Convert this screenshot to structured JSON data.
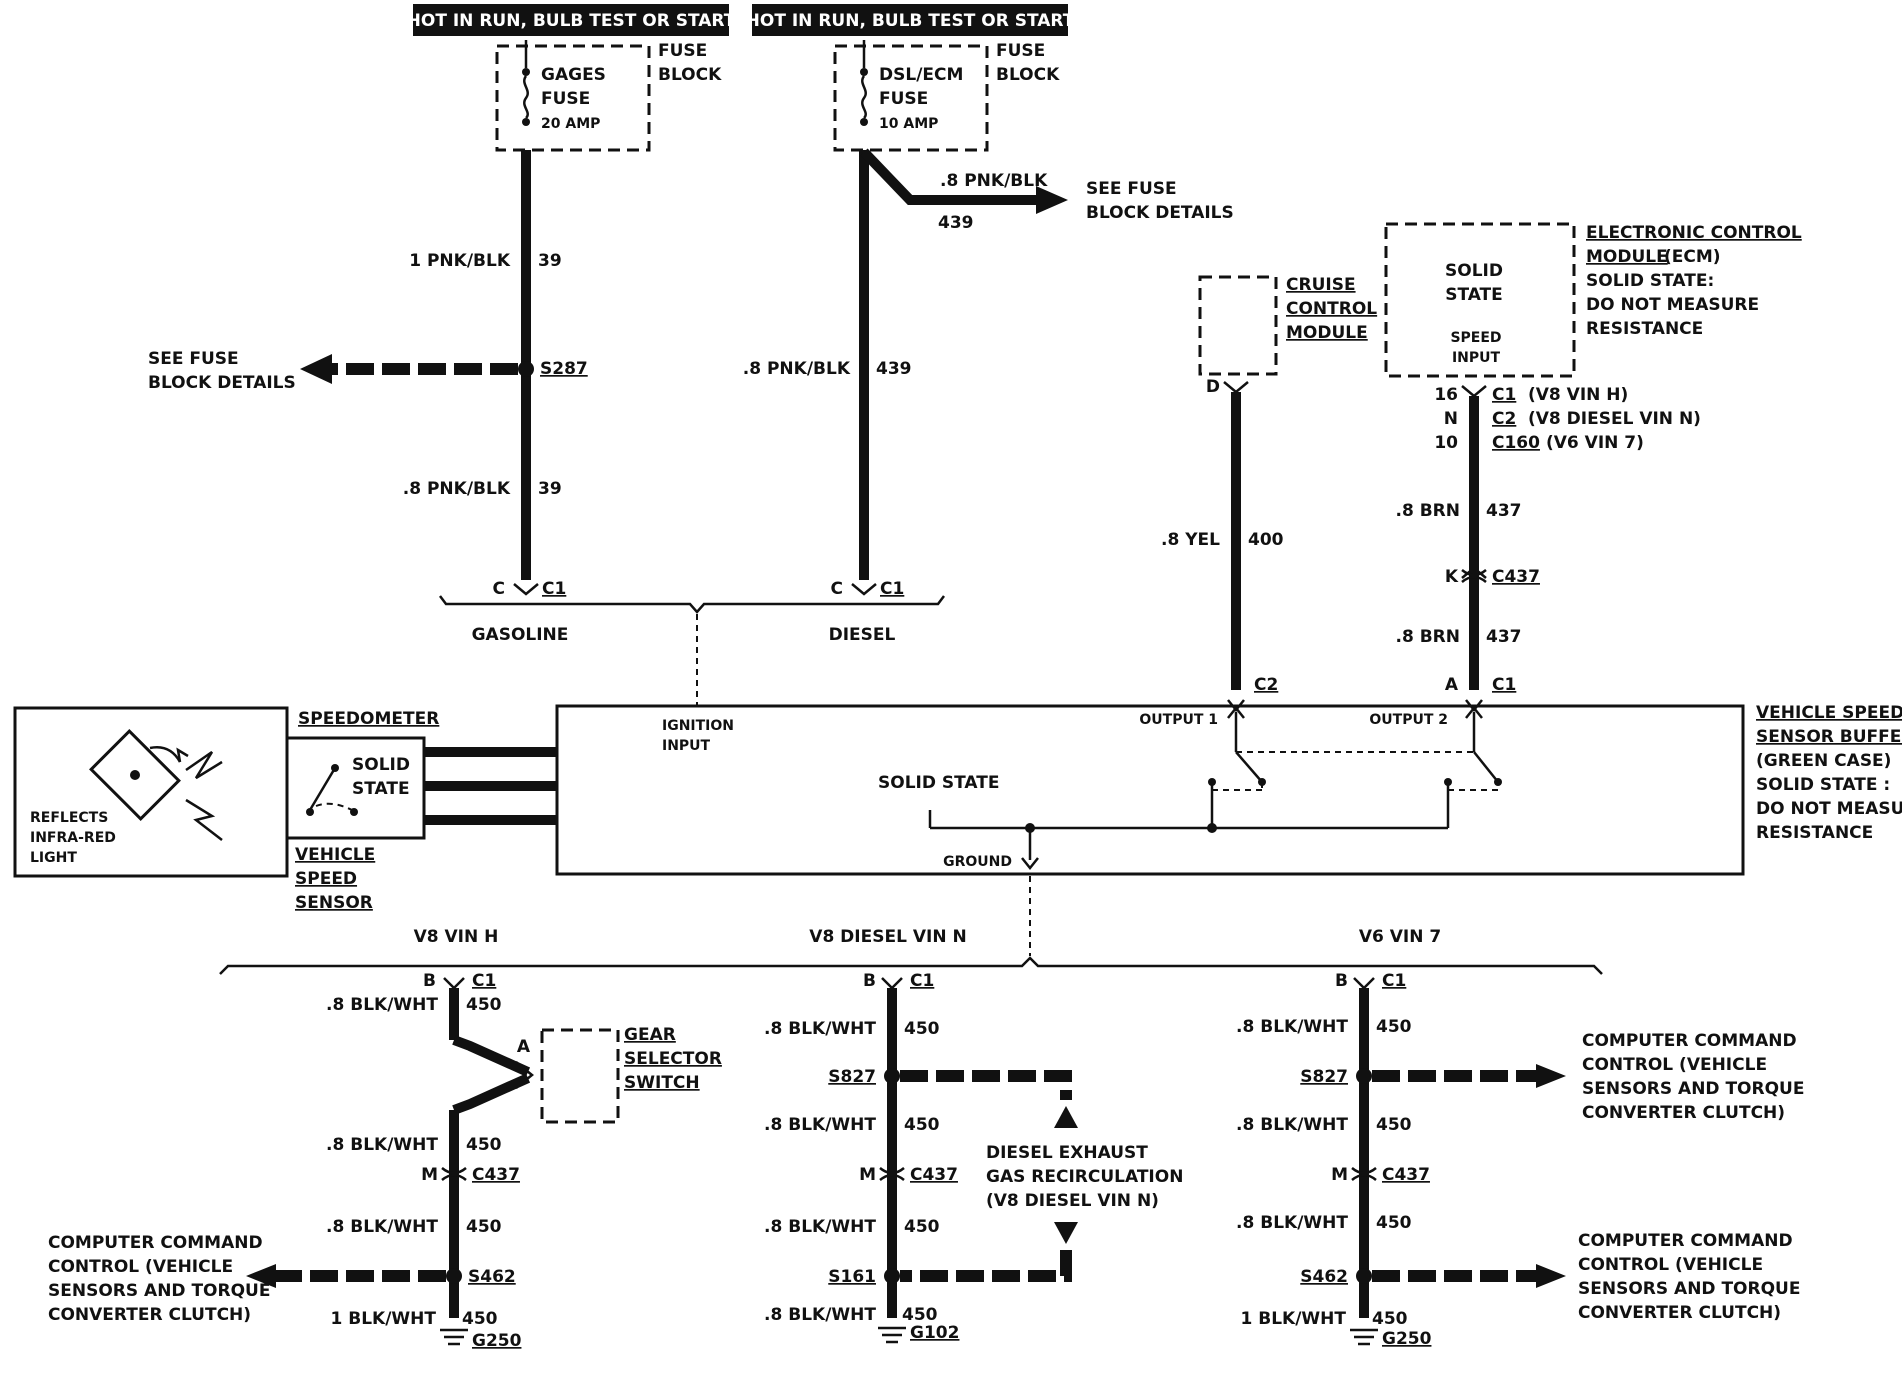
{
  "header": {
    "gasoline_hot": "HOT IN RUN, BULB TEST OR START",
    "diesel_hot": "HOT IN RUN, BULB TEST OR START"
  },
  "fuses": {
    "gages": {
      "line1": "GAGES",
      "line2": "FUSE",
      "rating": "20 AMP"
    },
    "dsl": {
      "line1": "DSL/ECM",
      "line2": "FUSE",
      "rating": "10 AMP"
    },
    "fuse_block_1": "FUSE",
    "fuse_block_2": "BLOCK"
  },
  "wires_top": {
    "w1_label": "1 PNK/BLK",
    "w1_num": "39",
    "w2_label": ".8 PNK/BLK",
    "w2_num": "39",
    "w3_label": ".8 PNK/BLK",
    "w3_num": "439",
    "w4_label": ".8 PNK/BLK",
    "w4_num": "439",
    "see_fuse_1": "SEE FUSE",
    "see_fuse_2": "BLOCK DETAILS",
    "splice_s287": "S287",
    "pin_c": "C",
    "conn_c1": "C1",
    "gasoline": "GASOLINE",
    "diesel": "DIESEL"
  },
  "cruise": {
    "line1": "CRUISE",
    "line2": "CONTROL",
    "line3": "MODULE",
    "pin": "D",
    "wire_label": ".8 YEL",
    "wire_num": "400",
    "conn": "C2"
  },
  "ecm": {
    "inner1": "SOLID",
    "inner2": "STATE",
    "inner3": "SPEED",
    "inner4": "INPUT",
    "title1": "ELECTRONIC CONTROL",
    "title2": "MODULE",
    "title2b": "(ECM)",
    "title3": "SOLID STATE:",
    "title4": "DO NOT MEASURE",
    "title5": "RESISTANCE",
    "pins": [
      {
        "pin": "16",
        "conn": "C1",
        "note": "(V8 VIN H)"
      },
      {
        "pin": "N",
        "conn": "C2",
        "note": "(V8 DIESEL VIN N)"
      },
      {
        "pin": "10",
        "conn": "C160",
        "note": "(V6 VIN 7)"
      }
    ],
    "wire_label": ".8 BRN",
    "wire_num": "437",
    "pin_k": "K",
    "conn_c437": "C437",
    "pin_a": "A",
    "conn_c1": "C1"
  },
  "buffer": {
    "ignition1": "IGNITION",
    "ignition2": "INPUT",
    "solid_state": "SOLID STATE",
    "ground": "GROUND",
    "output1": "OUTPUT 1",
    "output2": "OUTPUT 2",
    "title1": "VEHICLE SPEED",
    "title2": "SENSOR BUFFER",
    "title3": "(GREEN CASE)",
    "title4": "SOLID STATE :",
    "title5": "DO NOT MEASURE",
    "title6": "RESISTANCE"
  },
  "sensor": {
    "reflects1": "REFLECTS",
    "reflects2": "INFRA-RED",
    "reflects3": "LIGHT",
    "speedometer": "SPEEDOMETER",
    "solid1": "SOLID",
    "solid2": "STATE",
    "vss1": "VEHICLE",
    "vss2": "SPEED",
    "vss3": "SENSOR"
  },
  "variants": {
    "v8h": "V8 VIN H",
    "v8n": "V8 DIESEL VIN N",
    "v6": "V6 VIN 7"
  },
  "bottom": {
    "pin_b": "B",
    "conn_c1": "C1",
    "blk_wht": ".8 BLK/WHT",
    "blk_wht_1": "1 BLK/WHT",
    "n450": "450",
    "pin_a": "A",
    "pin_m": "M",
    "conn_c437": "C437",
    "gear1": "GEAR",
    "gear2": "SELECTOR",
    "gear3": "SWITCH",
    "s462": "S462",
    "s827": "S827",
    "s161": "S161",
    "g250": "G250",
    "g102": "G102",
    "ccc1": "COMPUTER COMMAND",
    "ccc2": "CONTROL (VEHICLE",
    "ccc3": "SENSORS AND TORQUE",
    "ccc4": "CONVERTER CLUTCH)",
    "egr1": "DIESEL EXHAUST",
    "egr2": "GAS RECIRCULATION",
    "egr3": "(V8 DIESEL VIN N)"
  }
}
